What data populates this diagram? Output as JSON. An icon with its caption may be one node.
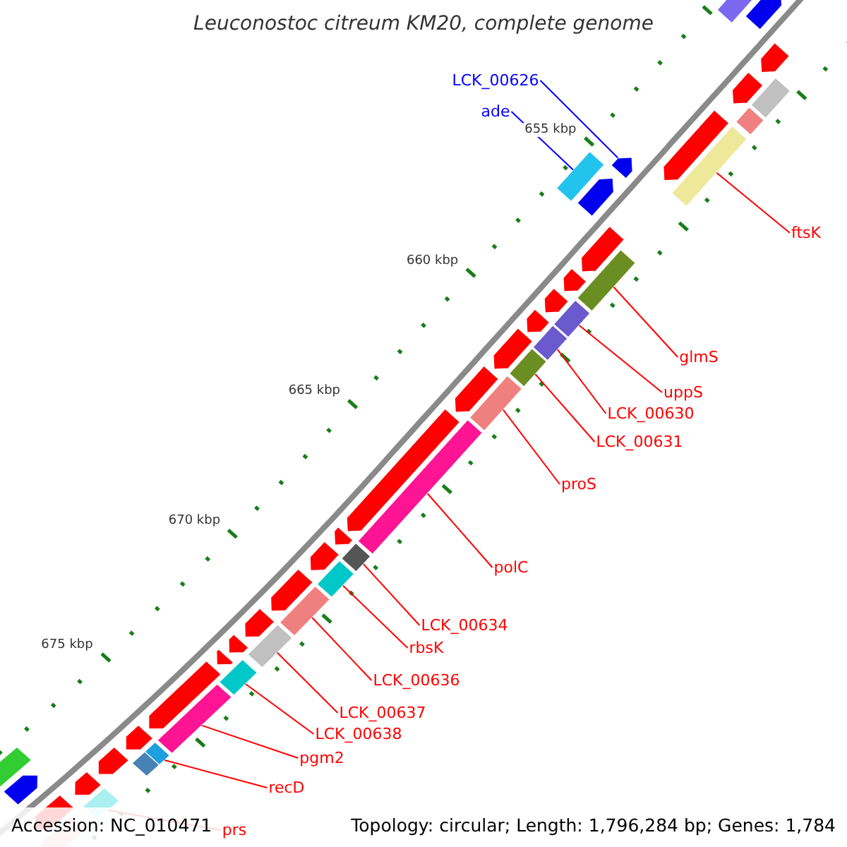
{
  "diagram": {
    "title": "Leuconostoc citreum KM20, complete genome",
    "nodes": [
      {
        "text": [
          "LCK_00626"
        ]
      },
      {
        "text": [
          "ade"
        ]
      },
      {
        "text": [
          "ftsK"
        ]
      },
      {
        "text": [
          "glmS"
        ]
      },
      {
        "text": [
          "uppS"
        ]
      },
      {
        "text": [
          "LCK_00630"
        ]
      },
      {
        "text": [
          "LCK_00631"
        ]
      },
      {
        "text": [
          "proS"
        ]
      },
      {
        "text": [
          "polC"
        ]
      },
      {
        "text": [
          "LCK_00634"
        ]
      },
      {
        "text": [
          "rbsK"
        ]
      },
      {
        "text": [
          "LCK_00636"
        ]
      },
      {
        "text": [
          "LCK_00637"
        ]
      },
      {
        "text": [
          "LCK_00638"
        ]
      },
      {
        "text": [
          "pgm2"
        ]
      },
      {
        "text": [
          "recD"
        ]
      },
      {
        "text": [
          "prs"
        ]
      },
      {
        "text": [],
        "shape": "arrow"
      },
      {
        "text": [],
        "shape": "bar"
      },
      {
        "text": [],
        "shape": "arrow"
      },
      {
        "text": [],
        "shape": "bar"
      },
      {
        "text": [],
        "shape": "arrow"
      },
      {
        "text": [],
        "shape": "bar"
      },
      {
        "text": [],
        "shape": "arrow"
      },
      {
        "text": [],
        "shape": "bar"
      },
      {
        "text": [],
        "shape": "arrow"
      },
      {
        "text": [],
        "shape": "bar"
      },
      {
        "text": [],
        "shape": "arrow"
      },
      {
        "text": [],
        "shape": "arrow"
      },
      {
        "text": [],
        "shape": "bar"
      },
      {
        "text": [],
        "shape": "arrow"
      },
      {
        "text": [],
        "shape": "bar"
      },
      {
        "text": [],
        "shape": "arrow"
      },
      {
        "text": [],
        "shape": "bar"
      },
      {
        "text": [],
        "shape": "arrow"
      },
      {
        "text": [],
        "shape": "arrow"
      },
      {
        "text": [],
        "shape": "bar"
      },
      {
        "text": [],
        "shape": "bar"
      },
      {
        "text": [],
        "shape": "arrow"
      },
      {
        "text": [],
        "shape": "bar"
      },
      {
        "text": [],
        "shape": "arrow"
      },
      {
        "text": [],
        "shape": "arrow"
      },
      {
        "text": [],
        "shape": "bar"
      },
      {
        "text": [],
        "shape": "arrow"
      },
      {
        "text": [],
        "shape": "bar"
      },
      {
        "text": [],
        "shape": "arrow"
      },
      {
        "text": [],
        "shape": "bar"
      },
      {
        "text": [],
        "shape": "arrow"
      },
      {
        "text": [],
        "shape": "bar"
      },
      {
        "text": [],
        "shape": "arrow"
      },
      {
        "text": [],
        "shape": "bar"
      },
      {
        "text": [],
        "shape": "arrow"
      },
      {
        "text": [],
        "shape": "arrow"
      },
      {
        "text": [],
        "shape": "bar"
      },
      {
        "text": [],
        "shape": "arrow"
      },
      {
        "text": [],
        "shape": "bar"
      },
      {
        "text": [],
        "shape": "bar"
      },
      {
        "text": [],
        "shape": "arrow"
      },
      {
        "text": [],
        "shape": "bar"
      },
      {
        "text": [],
        "shape": "arrow"
      },
      {
        "text": [],
        "shape": "bar"
      },
      {
        "text": [],
        "shape": "arrow"
      },
      {
        "text": [],
        "shape": "arrow"
      },
      {
        "text": [],
        "shape": "bar"
      }
    ],
    "edges": [
      {
        "from": 0,
        "to": 25,
        "arrow": "none",
        "color": "#0000ff"
      },
      {
        "from": 1,
        "to": 26,
        "arrow": "none",
        "color": "#0000ff"
      },
      {
        "from": 2,
        "to": 24,
        "arrow": "none"
      },
      {
        "from": 3,
        "to": 29,
        "arrow": "none"
      },
      {
        "from": 4,
        "to": 31,
        "arrow": "none"
      },
      {
        "from": 5,
        "to": 33,
        "arrow": "none"
      },
      {
        "from": 6,
        "to": 36,
        "arrow": "none"
      },
      {
        "from": 7,
        "to": 37,
        "arrow": "none"
      },
      {
        "from": 8,
        "to": 39,
        "arrow": "none"
      },
      {
        "from": 9,
        "to": 42,
        "arrow": "none"
      },
      {
        "from": 10,
        "to": 44,
        "arrow": "none"
      },
      {
        "from": 11,
        "to": 46,
        "arrow": "none"
      },
      {
        "from": 12,
        "to": 48,
        "arrow": "none"
      },
      {
        "from": 13,
        "to": 50,
        "arrow": "none"
      },
      {
        "from": 14,
        "to": 53,
        "arrow": "none"
      },
      {
        "from": 15,
        "to": 55,
        "arrow": "none"
      },
      {
        "from": 16,
        "to": 58,
        "arrow": "none"
      }
    ],
    "labels": [
      "655 kbp",
      "660 kbp",
      "665 kbp",
      "670 kbp",
      "675 kbp",
      "Accession: NC_010471",
      "Topology: circular; Length: 1,796,284 bp; Genes: 1,784"
    ]
  }
}
